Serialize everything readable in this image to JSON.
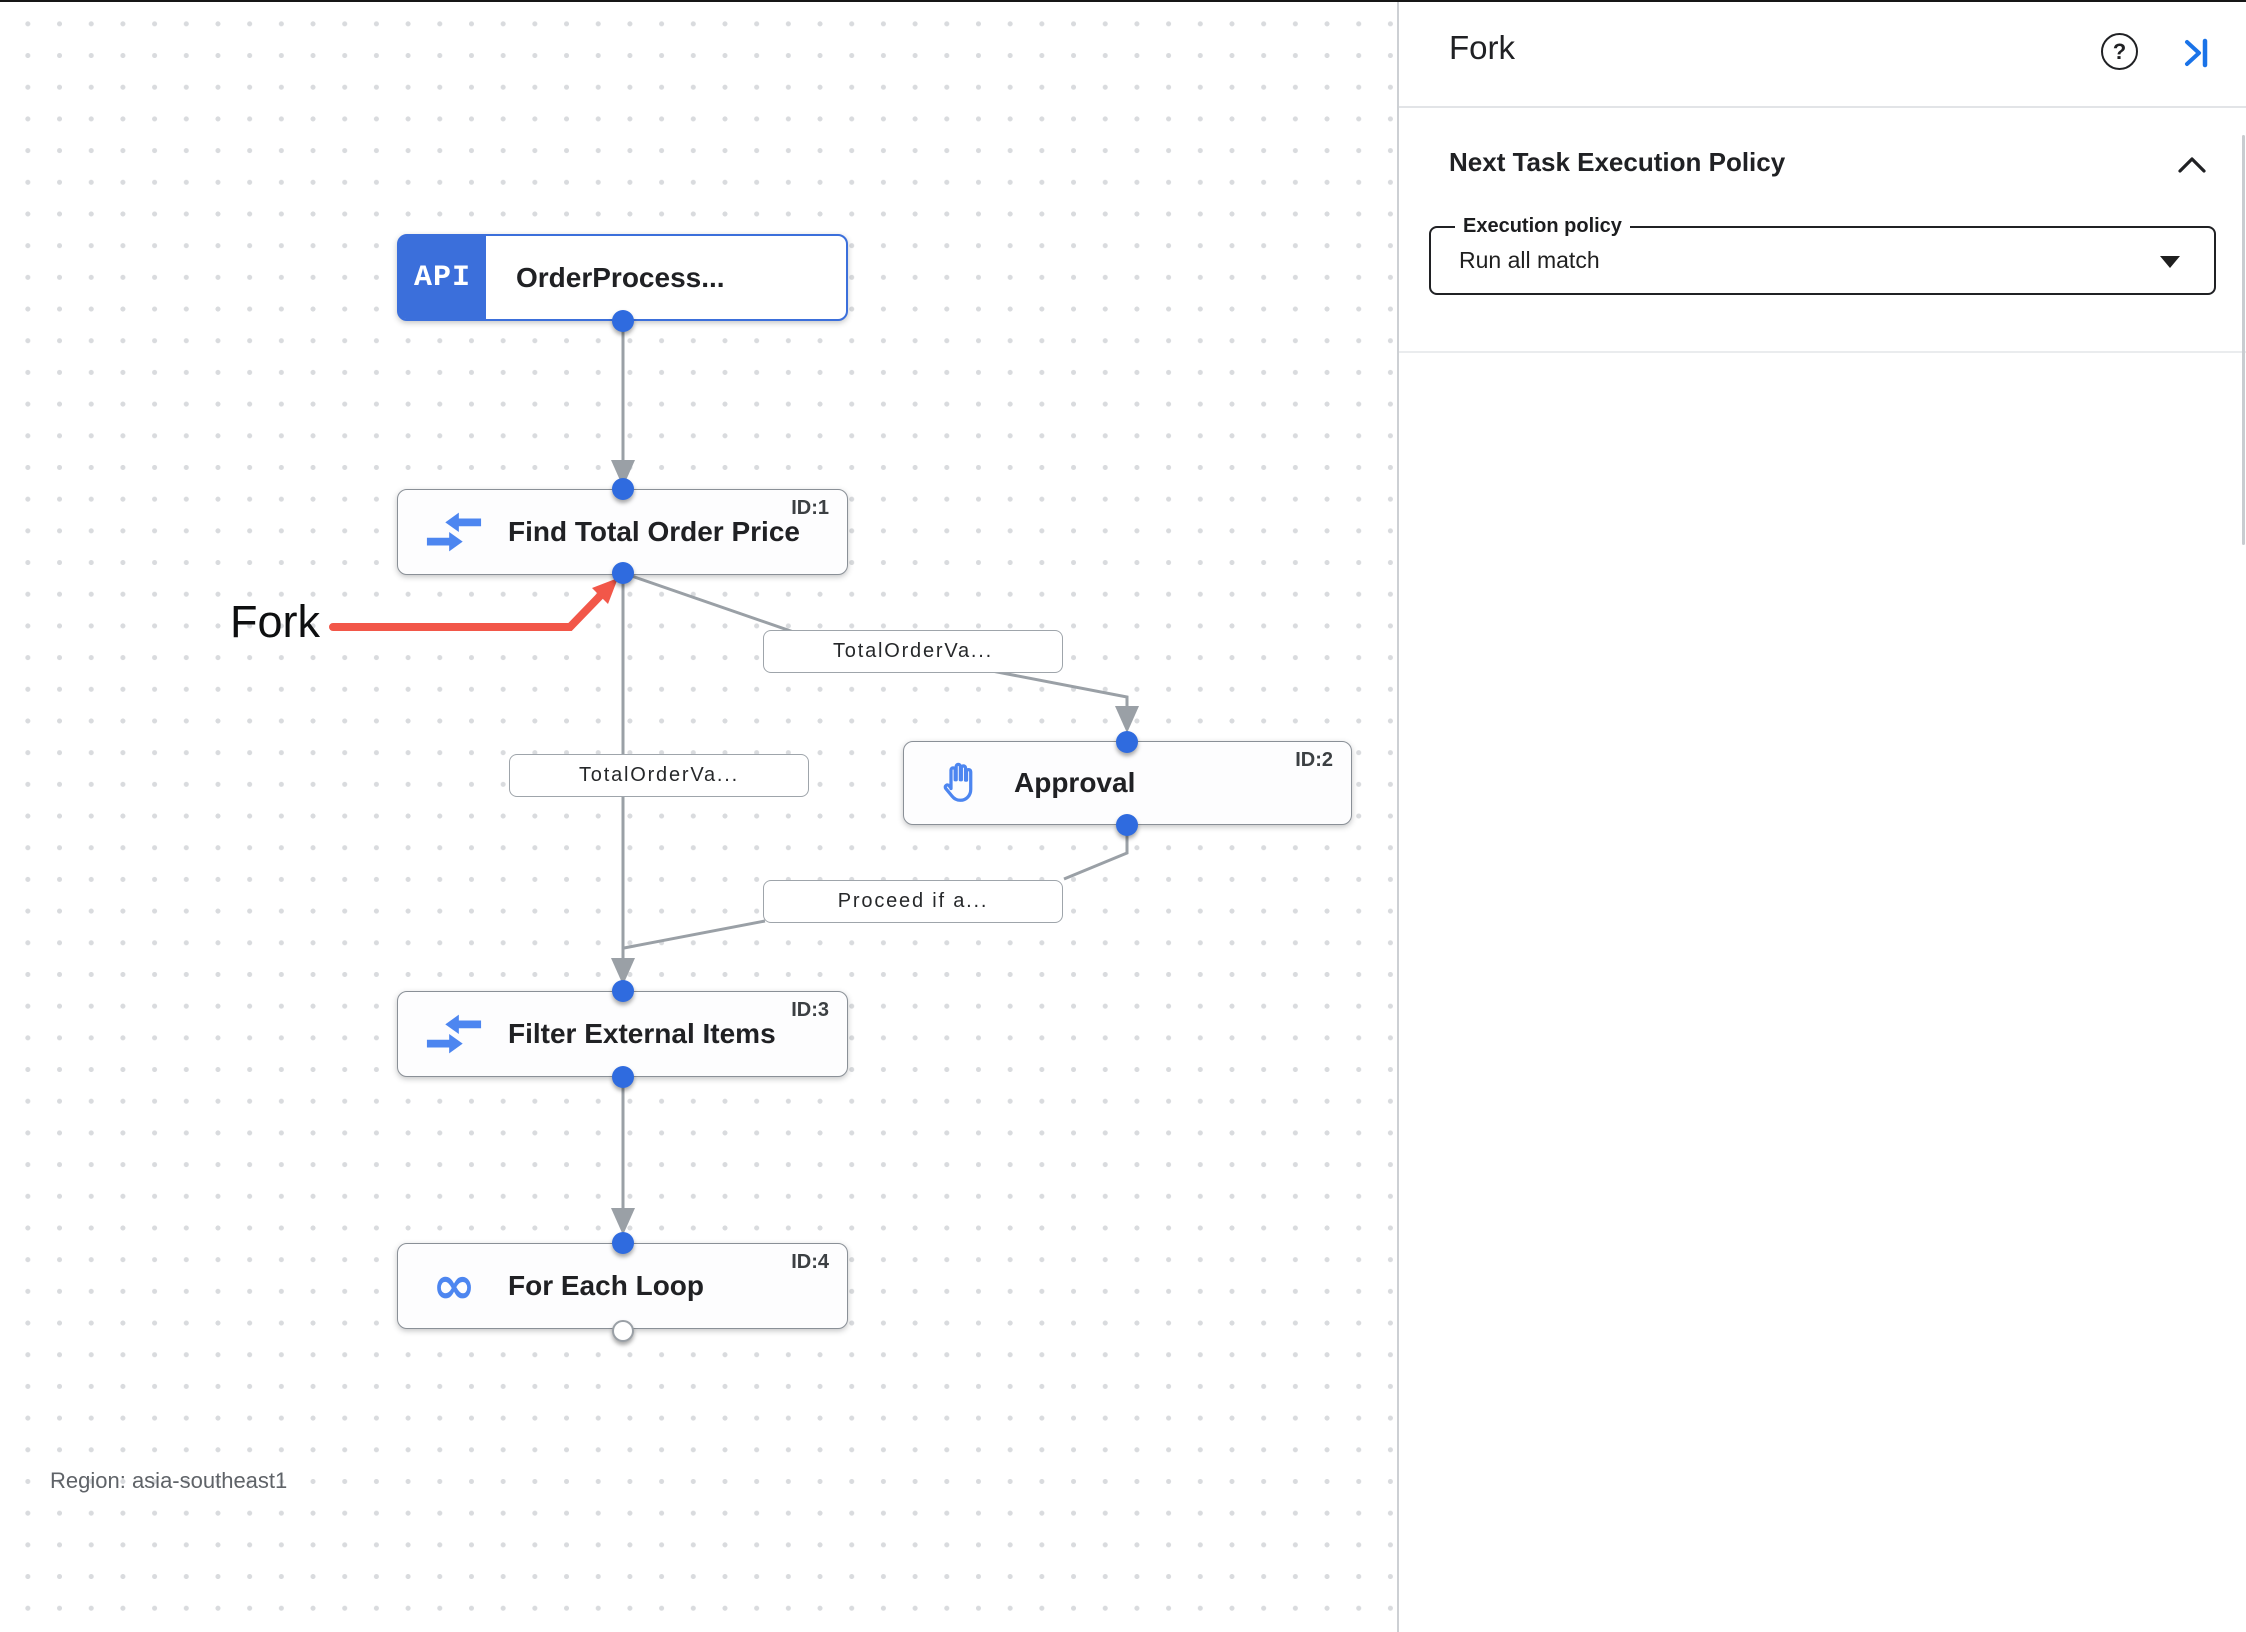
{
  "canvas": {
    "fork_annotation": "Fork",
    "region_label": "Region: asia-southeast1",
    "api_badge": "API",
    "nodes": [
      {
        "title": "OrderProcess...",
        "id_label": "",
        "icon": "api-badge"
      },
      {
        "title": "Find Total Order Price",
        "id_label": "ID:1",
        "icon": "data-mapping-icon"
      },
      {
        "title": "Approval",
        "id_label": "ID:2",
        "icon": "hand-icon"
      },
      {
        "title": "Filter External Items",
        "id_label": "ID:3",
        "icon": "data-mapping-icon"
      },
      {
        "title": "For Each Loop",
        "id_label": "ID:4",
        "icon": "infinity-icon"
      }
    ],
    "edge_labels": [
      "TotalOrderVa...",
      "TotalOrderVa...",
      "Proceed if a..."
    ]
  },
  "panel": {
    "title": "Fork",
    "section_title": "Next Task Execution Policy",
    "field": {
      "label": "Execution policy",
      "value": "Run all match"
    }
  },
  "icons": {
    "help_glyph": "?",
    "infinity_glyph": "∞",
    "names": [
      "api-badge",
      "data-mapping-icon",
      "hand-icon",
      "infinity-icon",
      "help-icon",
      "collapse-panel-icon",
      "expand-less-icon",
      "dropdown-arrow-icon",
      "connection-point"
    ]
  },
  "colors": {
    "accent_blue": "#3b6fdb",
    "icon_blue": "#4d86f0",
    "dot_blue": "#2f6bdf",
    "edge_gray": "#9aa0a6",
    "annotation_red": "#f25749",
    "link_blue": "#1a73e8"
  }
}
